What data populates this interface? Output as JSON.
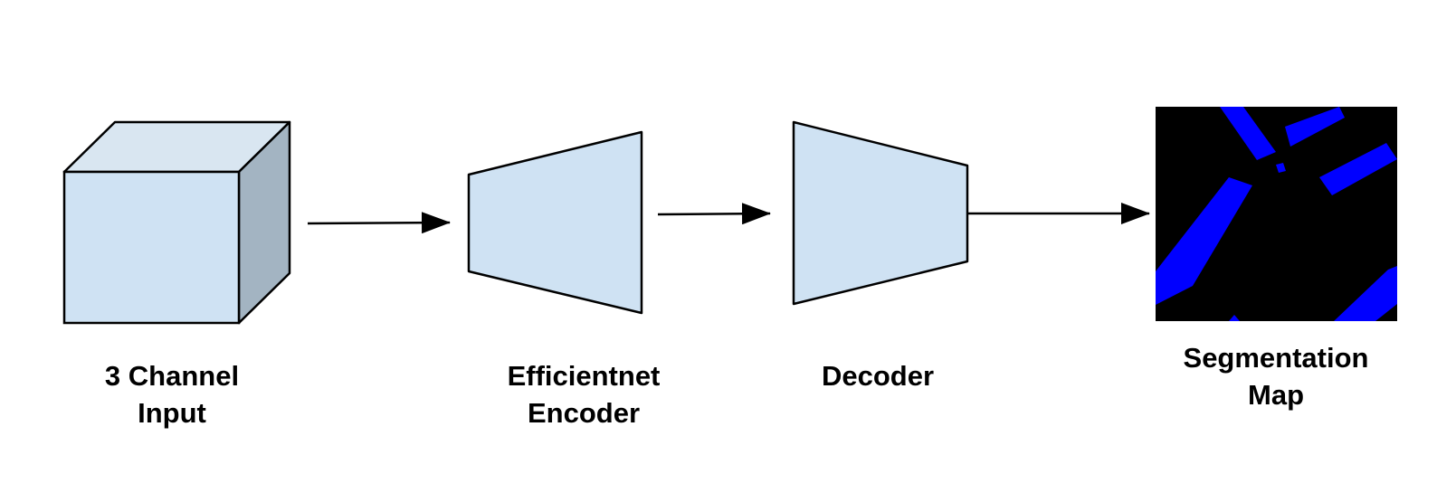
{
  "colors": {
    "block_fill": "#cfe2f3",
    "cube_top_fill": "#d9e6f1",
    "cube_side_fill": "#a3b4c2",
    "outline": "#000000",
    "map_background": "#000000",
    "map_segments": "#0000ff"
  },
  "nodes": [
    {
      "id": "input",
      "shape": "cube",
      "label_lines": [
        "3 Channel",
        "Input"
      ]
    },
    {
      "id": "encoder",
      "shape": "trapezoid-expanding",
      "label_lines": [
        "Efficientnet",
        "Encoder"
      ]
    },
    {
      "id": "decoder",
      "shape": "trapezoid-narrowing",
      "label_lines": [
        "Decoder"
      ]
    },
    {
      "id": "output",
      "shape": "image",
      "label_lines": [
        "Segmentation",
        "Map"
      ]
    }
  ],
  "edges": [
    {
      "from": "input",
      "to": "encoder"
    },
    {
      "from": "encoder",
      "to": "decoder"
    },
    {
      "from": "decoder",
      "to": "output"
    }
  ]
}
